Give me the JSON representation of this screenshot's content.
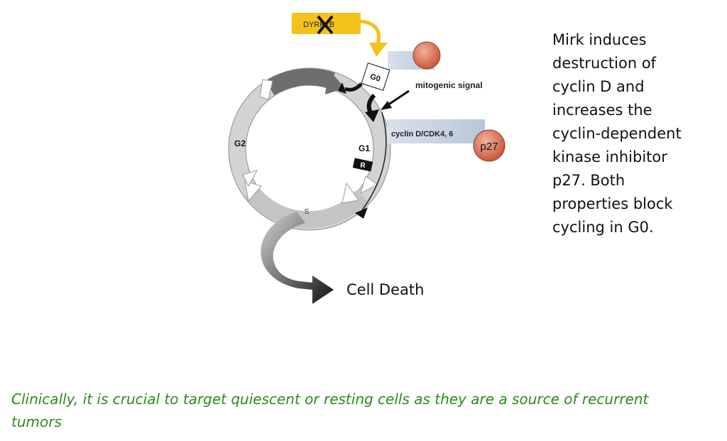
{
  "diagram": {
    "dyrk_label": "DYRK1B",
    "g0_label": "G0",
    "mitogenic_signal": "mitogenic signal",
    "cyclin_box_label": "cyclin D/CDK4, 6",
    "p27_label": "p27",
    "phase_m": "M",
    "phase_g2": "G2",
    "phase_g1": "G1",
    "phase_r": "R",
    "phase_s": "S",
    "cell_death": "Cell Death"
  },
  "side_text_lines": [
    "Mirk induces",
    "destruction of",
    "cyclin D and",
    "increases the",
    "cyclin-dependent",
    "kinase inhibitor",
    "p27. Both",
    "properties block",
    "cycling in G0."
  ],
  "footer_lines": [
    "Clinically, it is crucial to target quiescent or resting cells as they are a source of recurrent",
    "tumors"
  ],
  "colors": {
    "dyrk_yellow": "#f3c31b",
    "protein_salmon": "#d9775c",
    "box_blue": "#c8d3e2",
    "footer_green": "#2f8a1e"
  }
}
